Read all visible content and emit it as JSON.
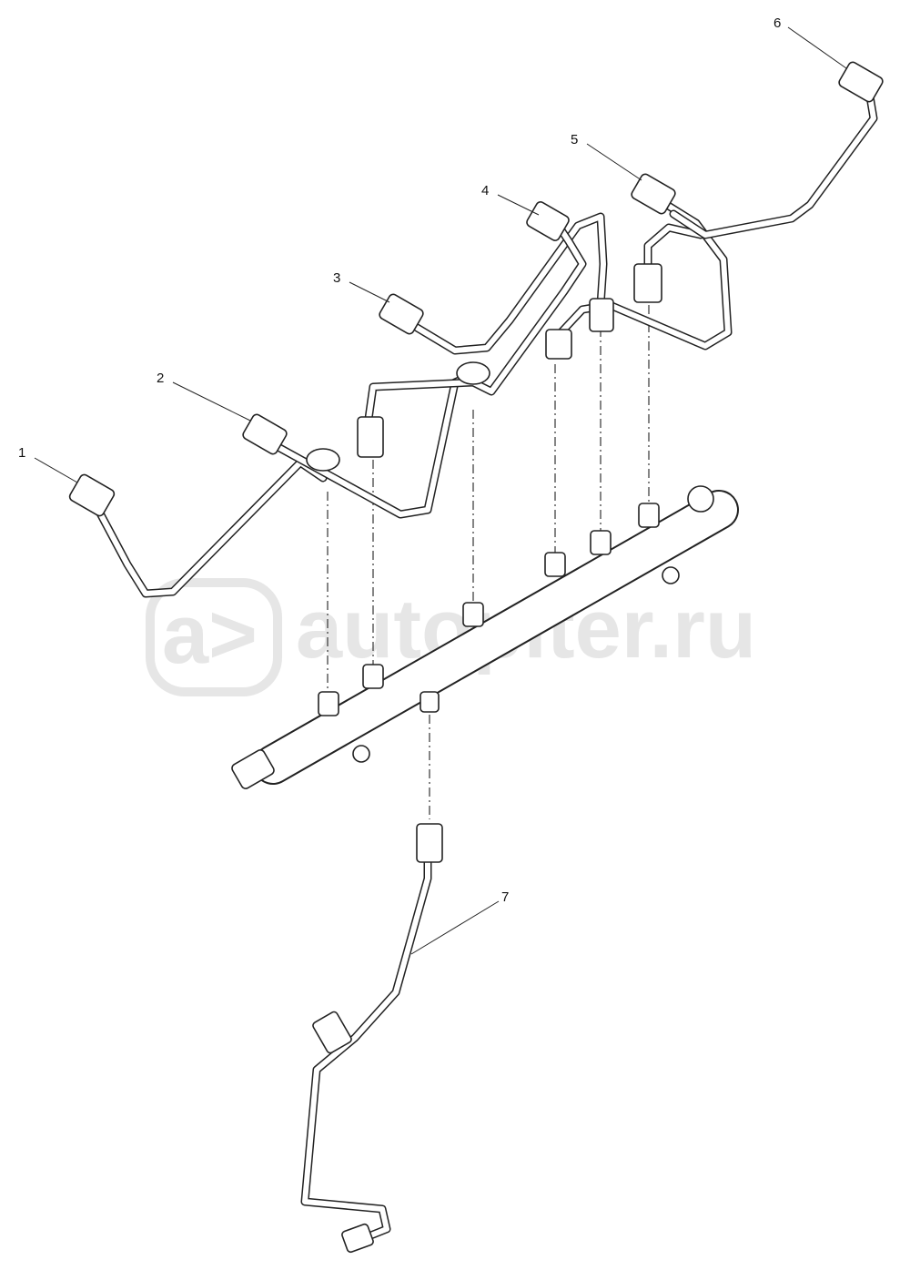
{
  "watermark": {
    "logo_text": "a>",
    "text": "autopiter.ru"
  },
  "callouts": [
    "1",
    "2",
    "3",
    "4",
    "5",
    "6",
    "7"
  ]
}
